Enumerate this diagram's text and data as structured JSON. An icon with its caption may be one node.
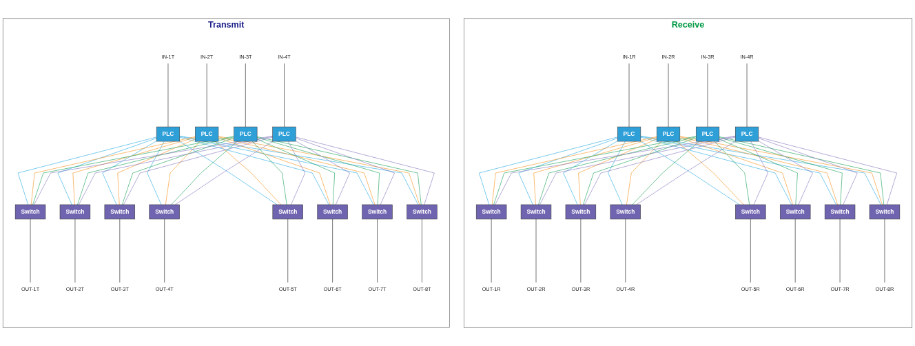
{
  "diagram": {
    "nodes": [
      {
        "text": [
          "Transmit"
        ]
      },
      {
        "text": [
          "IN-1T"
        ],
        "in": 0
      },
      {
        "text": [
          "IN-2T"
        ],
        "in": 0
      },
      {
        "text": [
          "IN-3T"
        ],
        "in": 0
      },
      {
        "text": [
          "IN-4T"
        ],
        "in": 0
      },
      {
        "text": [
          "PLC"
        ],
        "in": 0
      },
      {
        "text": [
          "PLC"
        ],
        "in": 0
      },
      {
        "text": [
          "PLC"
        ],
        "in": 0
      },
      {
        "text": [
          "PLC"
        ],
        "in": 0
      },
      {
        "text": [
          "Switch"
        ],
        "in": 0
      },
      {
        "text": [
          "Switch"
        ],
        "in": 0
      },
      {
        "text": [
          "Switch"
        ],
        "in": 0
      },
      {
        "text": [
          "Switch"
        ],
        "in": 0
      },
      {
        "text": [
          "Switch"
        ],
        "in": 0
      },
      {
        "text": [
          "Switch"
        ],
        "in": 0
      },
      {
        "text": [
          "Switch"
        ],
        "in": 0
      },
      {
        "text": [
          "Switch"
        ],
        "in": 0
      },
      {
        "text": [
          "OUT-1T"
        ],
        "in": 0
      },
      {
        "text": [
          "OUT-2T"
        ],
        "in": 0
      },
      {
        "text": [
          "OUT-3T"
        ],
        "in": 0
      },
      {
        "text": [
          "OUT-4T"
        ],
        "in": 0
      },
      {
        "text": [
          "OUT-5T"
        ],
        "in": 0
      },
      {
        "text": [
          "OUT-6T"
        ],
        "in": 0
      },
      {
        "text": [
          "OUT-7T"
        ],
        "in": 0
      },
      {
        "text": [
          "OUT-8T"
        ],
        "in": 0
      },
      {
        "text": [
          "Receive"
        ]
      },
      {
        "text": [
          "IN-1R"
        ],
        "in": 25
      },
      {
        "text": [
          "IN-2R"
        ],
        "in": 25
      },
      {
        "text": [
          "IN-3R"
        ],
        "in": 25
      },
      {
        "text": [
          "IN-4R"
        ],
        "in": 25
      },
      {
        "text": [
          "PLC"
        ],
        "in": 25
      },
      {
        "text": [
          "PLC"
        ],
        "in": 25
      },
      {
        "text": [
          "PLC"
        ],
        "in": 25
      },
      {
        "text": [
          "PLC"
        ],
        "in": 25
      },
      {
        "text": [
          "Switch"
        ],
        "in": 25
      },
      {
        "text": [
          "Switch"
        ],
        "in": 25
      },
      {
        "text": [
          "Switch"
        ],
        "in": 25
      },
      {
        "text": [
          "Switch"
        ],
        "in": 25
      },
      {
        "text": [
          "Switch"
        ],
        "in": 25
      },
      {
        "text": [
          "Switch"
        ],
        "in": 25
      },
      {
        "text": [
          "Switch"
        ],
        "in": 25
      },
      {
        "text": [
          "Switch"
        ],
        "in": 25
      },
      {
        "text": [
          "OUT-1R"
        ],
        "in": 25
      },
      {
        "text": [
          "OUT-2R"
        ],
        "in": 25
      },
      {
        "text": [
          "OUT-3R"
        ],
        "in": 25
      },
      {
        "text": [
          "OUT-4R"
        ],
        "in": 25
      },
      {
        "text": [
          "OUT-5R"
        ],
        "in": 25
      },
      {
        "text": [
          "OUT-6R"
        ],
        "in": 25
      },
      {
        "text": [
          "OUT-7R"
        ],
        "in": 25
      },
      {
        "text": [
          "OUT-8R"
        ],
        "in": 25
      }
    ],
    "edges": [
      {
        "from": 1,
        "to": 5,
        "arrow": "none"
      },
      {
        "from": 2,
        "to": 6,
        "arrow": "none"
      },
      {
        "from": 3,
        "to": 7,
        "arrow": "none"
      },
      {
        "from": 4,
        "to": 8,
        "arrow": "none"
      },
      {
        "from": 5,
        "to": 9,
        "arrow": "none",
        "color": "#29abe2"
      },
      {
        "from": 5,
        "to": 10,
        "arrow": "none",
        "color": "#29abe2"
      },
      {
        "from": 5,
        "to": 11,
        "arrow": "none",
        "color": "#29abe2"
      },
      {
        "from": 5,
        "to": 12,
        "arrow": "none",
        "color": "#29abe2"
      },
      {
        "from": 5,
        "to": 13,
        "arrow": "none",
        "color": "#29abe2"
      },
      {
        "from": 5,
        "to": 14,
        "arrow": "none",
        "color": "#29abe2"
      },
      {
        "from": 5,
        "to": 15,
        "arrow": "none",
        "color": "#29abe2"
      },
      {
        "from": 5,
        "to": 16,
        "arrow": "none",
        "color": "#29abe2"
      },
      {
        "from": 6,
        "to": 9,
        "arrow": "none",
        "color": "#f7931e"
      },
      {
        "from": 6,
        "to": 10,
        "arrow": "none",
        "color": "#f7931e"
      },
      {
        "from": 6,
        "to": 11,
        "arrow": "none",
        "color": "#f7931e"
      },
      {
        "from": 6,
        "to": 12,
        "arrow": "none",
        "color": "#f7931e"
      },
      {
        "from": 6,
        "to": 13,
        "arrow": "none",
        "color": "#f7931e"
      },
      {
        "from": 6,
        "to": 14,
        "arrow": "none",
        "color": "#f7931e"
      },
      {
        "from": 6,
        "to": 15,
        "arrow": "none",
        "color": "#f7931e"
      },
      {
        "from": 6,
        "to": 16,
        "arrow": "none",
        "color": "#f7931e"
      },
      {
        "from": 7,
        "to": 9,
        "arrow": "none",
        "color": "#1aa15a"
      },
      {
        "from": 7,
        "to": 10,
        "arrow": "none",
        "color": "#1aa15a"
      },
      {
        "from": 7,
        "to": 11,
        "arrow": "none",
        "color": "#1aa15a"
      },
      {
        "from": 7,
        "to": 12,
        "arrow": "none",
        "color": "#1aa15a"
      },
      {
        "from": 7,
        "to": 13,
        "arrow": "none",
        "color": "#1aa15a"
      },
      {
        "from": 7,
        "to": 14,
        "arrow": "none",
        "color": "#1aa15a"
      },
      {
        "from": 7,
        "to": 15,
        "arrow": "none",
        "color": "#1aa15a"
      },
      {
        "from": 7,
        "to": 16,
        "arrow": "none",
        "color": "#1aa15a"
      },
      {
        "from": 8,
        "to": 9,
        "arrow": "none",
        "color": "#8878c0"
      },
      {
        "from": 8,
        "to": 10,
        "arrow": "none",
        "color": "#8878c0"
      },
      {
        "from": 8,
        "to": 11,
        "arrow": "none",
        "color": "#8878c0"
      },
      {
        "from": 8,
        "to": 12,
        "arrow": "none",
        "color": "#8878c0"
      },
      {
        "from": 8,
        "to": 13,
        "arrow": "none",
        "color": "#8878c0"
      },
      {
        "from": 8,
        "to": 14,
        "arrow": "none",
        "color": "#8878c0"
      },
      {
        "from": 8,
        "to": 15,
        "arrow": "none",
        "color": "#8878c0"
      },
      {
        "from": 8,
        "to": 16,
        "arrow": "none",
        "color": "#8878c0"
      },
      {
        "from": 9,
        "to": 17,
        "arrow": "none"
      },
      {
        "from": 10,
        "to": 18,
        "arrow": "none"
      },
      {
        "from": 11,
        "to": 19,
        "arrow": "none"
      },
      {
        "from": 12,
        "to": 20,
        "arrow": "none"
      },
      {
        "from": 13,
        "to": 21,
        "arrow": "none"
      },
      {
        "from": 14,
        "to": 22,
        "arrow": "none"
      },
      {
        "from": 15,
        "to": 23,
        "arrow": "none"
      },
      {
        "from": 16,
        "to": 24,
        "arrow": "none"
      },
      {
        "from": 26,
        "to": 30,
        "arrow": "none"
      },
      {
        "from": 27,
        "to": 31,
        "arrow": "none"
      },
      {
        "from": 28,
        "to": 32,
        "arrow": "none"
      },
      {
        "from": 29,
        "to": 33,
        "arrow": "none"
      },
      {
        "from": 30,
        "to": 34,
        "arrow": "none",
        "color": "#29abe2"
      },
      {
        "from": 30,
        "to": 35,
        "arrow": "none",
        "color": "#29abe2"
      },
      {
        "from": 30,
        "to": 36,
        "arrow": "none",
        "color": "#29abe2"
      },
      {
        "from": 30,
        "to": 37,
        "arrow": "none",
        "color": "#29abe2"
      },
      {
        "from": 30,
        "to": 38,
        "arrow": "none",
        "color": "#29abe2"
      },
      {
        "from": 30,
        "to": 39,
        "arrow": "none",
        "color": "#29abe2"
      },
      {
        "from": 30,
        "to": 40,
        "arrow": "none",
        "color": "#29abe2"
      },
      {
        "from": 30,
        "to": 41,
        "arrow": "none",
        "color": "#29abe2"
      },
      {
        "from": 31,
        "to": 34,
        "arrow": "none",
        "color": "#f7931e"
      },
      {
        "from": 31,
        "to": 35,
        "arrow": "none",
        "color": "#f7931e"
      },
      {
        "from": 31,
        "to": 36,
        "arrow": "none",
        "color": "#f7931e"
      },
      {
        "from": 31,
        "to": 37,
        "arrow": "none",
        "color": "#f7931e"
      },
      {
        "from": 31,
        "to": 38,
        "arrow": "none",
        "color": "#f7931e"
      },
      {
        "from": 31,
        "to": 39,
        "arrow": "none",
        "color": "#f7931e"
      },
      {
        "from": 31,
        "to": 40,
        "arrow": "none",
        "color": "#f7931e"
      },
      {
        "from": 31,
        "to": 41,
        "arrow": "none",
        "color": "#f7931e"
      },
      {
        "from": 32,
        "to": 34,
        "arrow": "none",
        "color": "#1aa15a"
      },
      {
        "from": 32,
        "to": 35,
        "arrow": "none",
        "color": "#1aa15a"
      },
      {
        "from": 32,
        "to": 36,
        "arrow": "none",
        "color": "#1aa15a"
      },
      {
        "from": 32,
        "to": 37,
        "arrow": "none",
        "color": "#1aa15a"
      },
      {
        "from": 32,
        "to": 38,
        "arrow": "none",
        "color": "#1aa15a"
      },
      {
        "from": 32,
        "to": 39,
        "arrow": "none",
        "color": "#1aa15a"
      },
      {
        "from": 32,
        "to": 40,
        "arrow": "none",
        "color": "#1aa15a"
      },
      {
        "from": 32,
        "to": 41,
        "arrow": "none",
        "color": "#1aa15a"
      },
      {
        "from": 33,
        "to": 34,
        "arrow": "none",
        "color": "#8878c0"
      },
      {
        "from": 33,
        "to": 35,
        "arrow": "none",
        "color": "#8878c0"
      },
      {
        "from": 33,
        "to": 36,
        "arrow": "none",
        "color": "#8878c0"
      },
      {
        "from": 33,
        "to": 37,
        "arrow": "none",
        "color": "#8878c0"
      },
      {
        "from": 33,
        "to": 38,
        "arrow": "none",
        "color": "#8878c0"
      },
      {
        "from": 33,
        "to": 39,
        "arrow": "none",
        "color": "#8878c0"
      },
      {
        "from": 33,
        "to": 40,
        "arrow": "none",
        "color": "#8878c0"
      },
      {
        "from": 33,
        "to": 41,
        "arrow": "none",
        "color": "#8878c0"
      },
      {
        "from": 34,
        "to": 42,
        "arrow": "none"
      },
      {
        "from": 35,
        "to": 43,
        "arrow": "none"
      },
      {
        "from": 36,
        "to": 44,
        "arrow": "none"
      },
      {
        "from": 37,
        "to": 45,
        "arrow": "none"
      },
      {
        "from": 38,
        "to": 46,
        "arrow": "none"
      },
      {
        "from": 39,
        "to": 47,
        "arrow": "none"
      },
      {
        "from": 40,
        "to": 48,
        "arrow": "none"
      },
      {
        "from": 41,
        "to": 49,
        "arrow": "none"
      }
    ]
  }
}
